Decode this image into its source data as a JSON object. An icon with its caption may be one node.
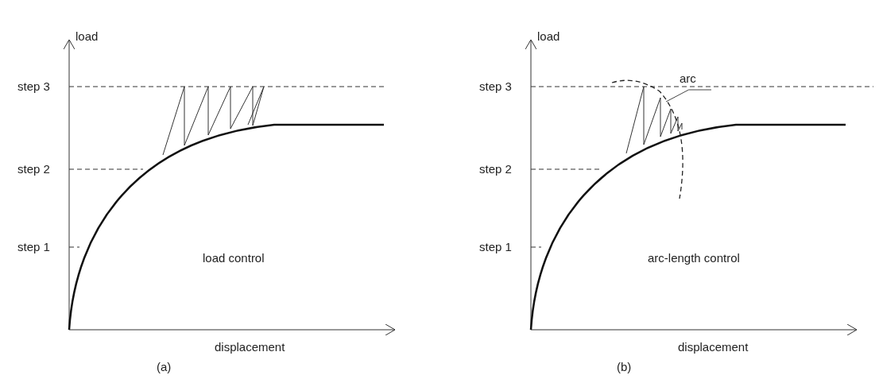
{
  "diagram": {
    "nodes": [
      {
        "text": [
          "arc"
        ]
      },
      {
        "text": [],
        "shape": "arc"
      }
    ],
    "edges": [
      {
        "from": 0,
        "to": 1,
        "arrow": "none"
      }
    ],
    "labels": [
      "load",
      "step 3",
      "step 2",
      "step 1",
      "load control",
      "displacement",
      "(a)",
      "load",
      "step 3",
      "step 2",
      "step 1",
      "arc-length control",
      "displacement",
      "(b)"
    ]
  }
}
